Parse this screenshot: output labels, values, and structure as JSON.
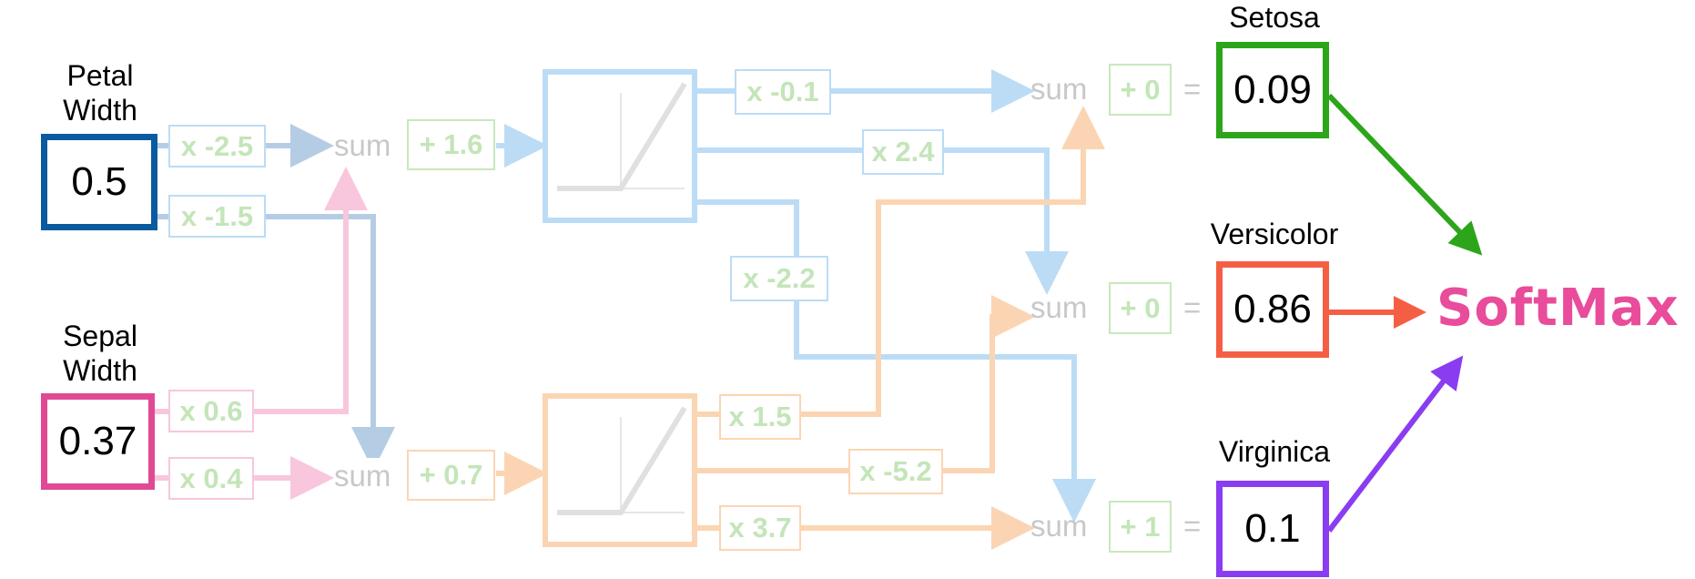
{
  "inputs": {
    "petal": {
      "label_line1": "Petal",
      "label_line2": "Width",
      "value": "0.5",
      "color": "#0a5aa0"
    },
    "sepal": {
      "label_line1": "Sepal",
      "label_line2": "Width",
      "value": "0.37",
      "color": "#e04a94"
    }
  },
  "weights": {
    "petal_top": "x -2.5",
    "petal_bottom": "x -1.5",
    "sepal_top": "x 0.6",
    "sepal_bottom": "x 0.4",
    "top_relu_setosa": "x -0.1",
    "top_relu_versicolor": "x 2.4",
    "top_relu_virginica": "x -2.2",
    "bottom_relu_setosa": "x 1.5",
    "bottom_relu_versicolor": "x -5.2",
    "bottom_relu_virginica": "x 3.7"
  },
  "biases": {
    "top_node": "+ 1.6",
    "bottom_node": "+ 0.7",
    "setosa": "+ 0",
    "versicolor": "+ 0",
    "virginica": "+ 1"
  },
  "sum_label": "sum",
  "equals": "=",
  "outputs": {
    "setosa": {
      "label": "Setosa",
      "value": "0.09",
      "color": "#2ca51a"
    },
    "versicolor": {
      "label": "Versicolor",
      "value": "0.86",
      "color": "#f45f44"
    },
    "virginica": {
      "label": "Virginica",
      "value": "0.1",
      "color": "#8a3df0"
    }
  },
  "softmax_label": "SoftMax",
  "colors": {
    "blue_path": "#bcdcf5",
    "blue_dark_path": "#b5cde4",
    "pink_path": "#f8c6dd",
    "orange_path": "#fbd5b3",
    "weight_text": "#c3e5b8",
    "weight_box_blue": "#bcdcf5",
    "weight_box_pink": "#f8c6dd",
    "weight_box_orange": "#fbd5b3",
    "weight_box_green": "#c8e8bd",
    "softmax": "#e94c9a"
  }
}
